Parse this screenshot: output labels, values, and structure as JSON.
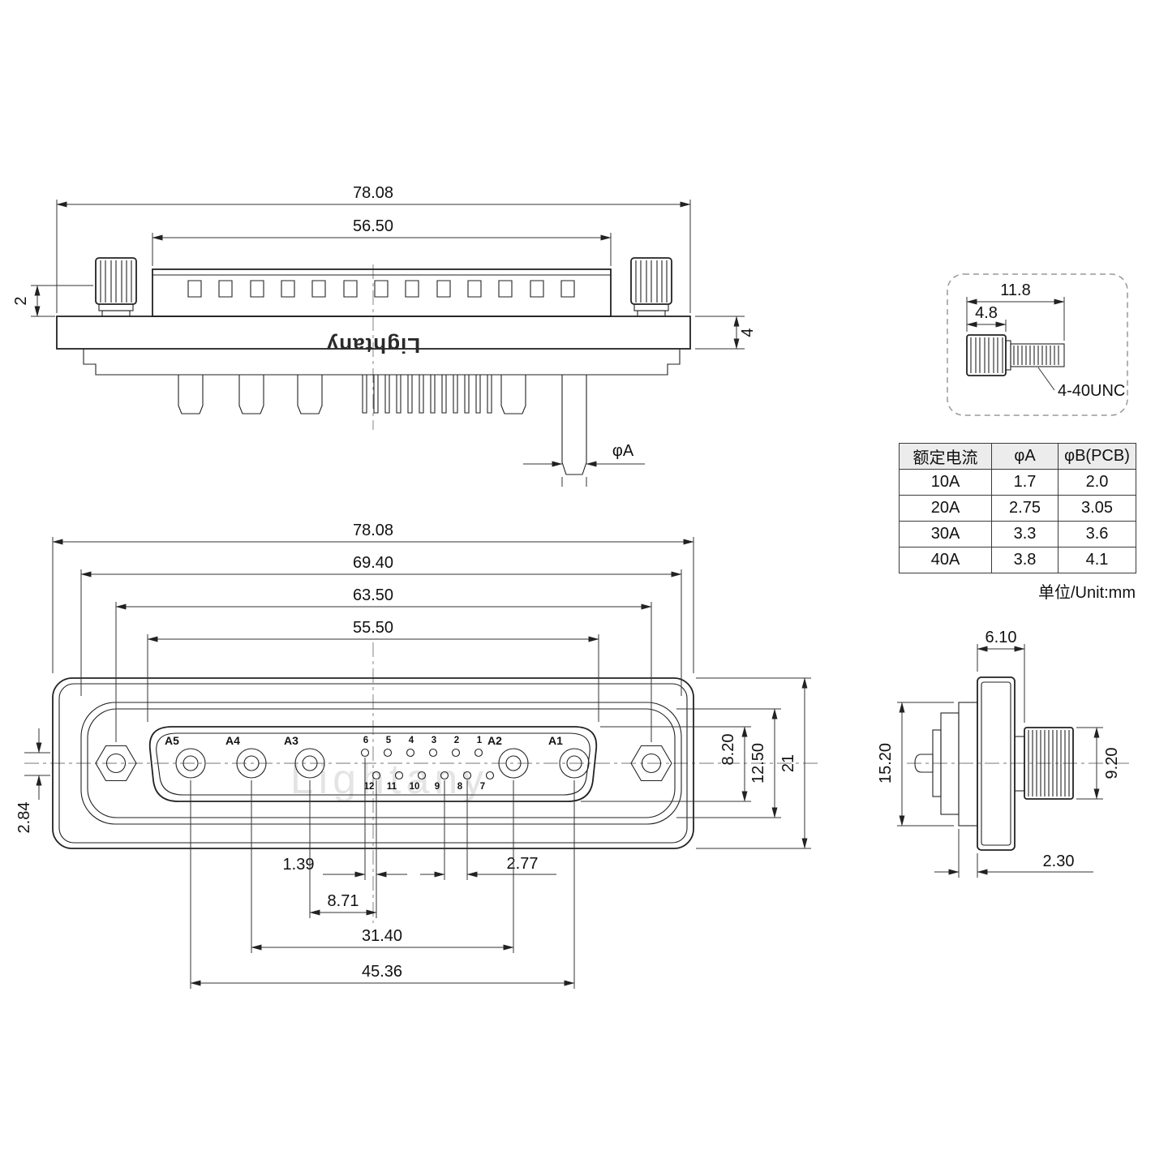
{
  "brand": {
    "flange_marking": "Lightany",
    "watermark": "Lightany"
  },
  "top_view": {
    "dim_total_width": "78.08",
    "dim_shell_width": "56.50",
    "dim_washer": "2",
    "dim_flange_thickness": "4",
    "dim_pin_dia": "φA"
  },
  "screw_detail": {
    "dim_total_length": "11.8",
    "dim_head_length": "4.8",
    "thread_label": "4-40UNC"
  },
  "front_view": {
    "dim_total_width": "78.08",
    "dim_gasket_width": "69.40",
    "dim_mount_span": "63.50",
    "dim_shroud_width": "55.50",
    "dim_row_offset": "1.39",
    "dim_a3_pin12": "8.71",
    "dim_pitch": "2.77",
    "dim_a4_a2": "31.40",
    "dim_a5_a1": "45.36",
    "dim_row_gap": "2.84",
    "dim_opening_h": "8.20",
    "dim_insert_h": "12.50",
    "dim_flange_h": "21",
    "power_pin_labels": [
      "A5",
      "A4",
      "A3",
      "A2",
      "A1"
    ],
    "signal_pin_top": [
      "6",
      "5",
      "4",
      "3",
      "2",
      "1"
    ],
    "signal_pin_bottom": [
      "12",
      "11",
      "10",
      "9",
      "8",
      "7"
    ]
  },
  "side_view": {
    "dim_depth": "6.10",
    "dim_gasket_h": "15.20",
    "dim_head_dia": "9.20",
    "dim_gasket_depth": "2.30"
  },
  "spec_table": {
    "headers": [
      "额定电流",
      "φA",
      "φB(PCB)"
    ],
    "rows": [
      [
        "10A",
        "1.7",
        "2.0"
      ],
      [
        "20A",
        "2.75",
        "3.05"
      ],
      [
        "30A",
        "3.3",
        "3.6"
      ],
      [
        "40A",
        "3.8",
        "4.1"
      ]
    ],
    "unit_note": "单位/Unit:mm"
  }
}
